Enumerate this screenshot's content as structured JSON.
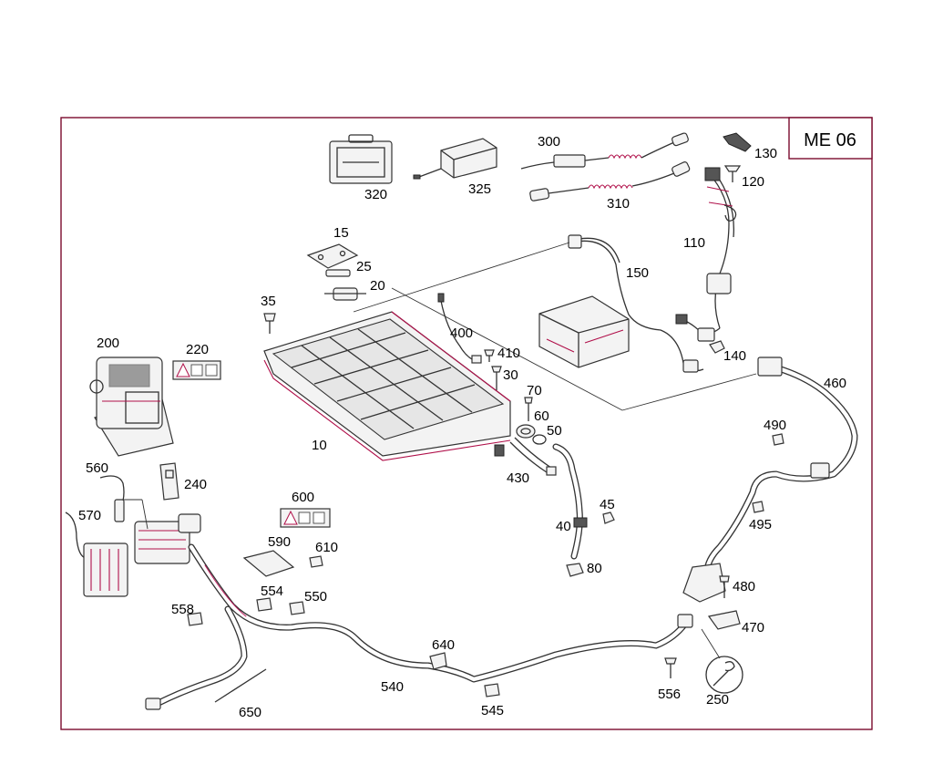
{
  "diagram": {
    "group_code": "ME 06",
    "callouts": {
      "c10": "10",
      "c15": "15",
      "c20": "20",
      "c25": "25",
      "c30": "30",
      "c35": "35",
      "c40": "40",
      "c45": "45",
      "c50": "50",
      "c60": "60",
      "c70": "70",
      "c80": "80",
      "c110": "110",
      "c120": "120",
      "c130": "130",
      "c140": "140",
      "c150": "150",
      "c200": "200",
      "c220": "220",
      "c240": "240",
      "c250": "250",
      "c300": "300",
      "c310": "310",
      "c320": "320",
      "c325": "325",
      "c400": "400",
      "c410": "410",
      "c430": "430",
      "c460": "460",
      "c470": "470",
      "c480": "480",
      "c490": "490",
      "c495": "495",
      "c540": "540",
      "c545": "545",
      "c550": "550",
      "c554": "554",
      "c556": "556",
      "c558": "558",
      "c560": "560",
      "c570": "570",
      "c590": "590",
      "c600": "600",
      "c610": "610",
      "c640": "640",
      "c650": "650"
    }
  }
}
